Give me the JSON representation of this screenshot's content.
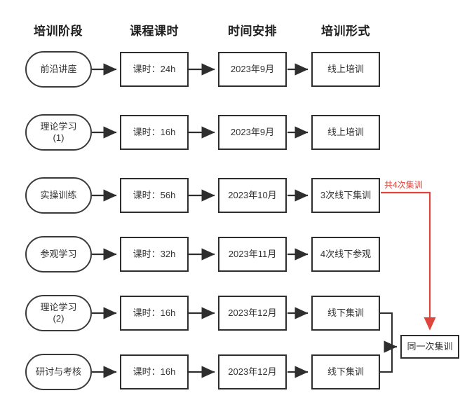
{
  "diagram": {
    "title_visible": false,
    "colors": {
      "stroke": "#2e2e2e",
      "text": "#333333",
      "accent_red": "#e0453c",
      "background": "#ffffff"
    },
    "columns": [
      {
        "key": "stage",
        "header": "培训阶段"
      },
      {
        "key": "hours",
        "header": "课程课时"
      },
      {
        "key": "schedule",
        "header": "时间安排"
      },
      {
        "key": "format",
        "header": "培训形式"
      }
    ],
    "rows": [
      {
        "stage": "前沿讲座",
        "hours": "课时：24h",
        "schedule": "2023年9月",
        "format": "线上培训"
      },
      {
        "stage": "理论学习\n(1)",
        "hours": "课时：16h",
        "schedule": "2023年9月",
        "format": "线上培训"
      },
      {
        "stage": "实操训练",
        "hours": "课时：56h",
        "schedule": "2023年10月",
        "format": "3次线下集训"
      },
      {
        "stage": "参观学习",
        "hours": "课时：32h",
        "schedule": "2023年11月",
        "format": "4次线下参观"
      },
      {
        "stage": "理论学习\n(2)",
        "hours": "课时：16h",
        "schedule": "2023年12月",
        "format": "线下集训"
      },
      {
        "stage": "研讨与考核",
        "hours": "课时：16h",
        "schedule": "2023年12月",
        "format": "线下集训"
      }
    ],
    "merge_node": {
      "label": "同一次集训"
    },
    "annotation": {
      "label": "共4次集训"
    }
  }
}
